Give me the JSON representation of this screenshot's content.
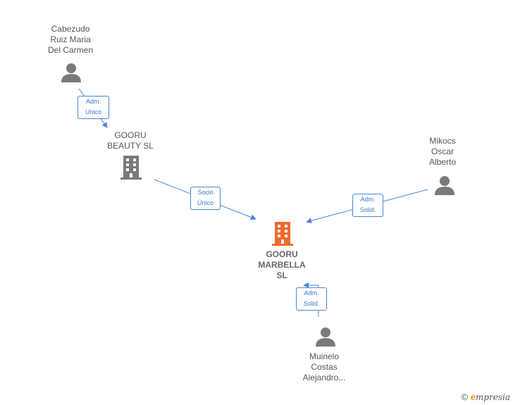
{
  "nodes": {
    "cabezudo": {
      "label": "Cabezudo\nRuiz Maria\nDel Carmen",
      "type": "person"
    },
    "gooru_beauty": {
      "label": "GOORU\nBEAUTY  SL",
      "type": "company"
    },
    "mikocs": {
      "label": "Mikocs\nOscar\nAlberto",
      "type": "person"
    },
    "gooru_marbella": {
      "label": "GOORU\nMARBELLA\nSL",
      "type": "company-main"
    },
    "muinelo": {
      "label": "Muinelo\nCostas\nAlejandro...",
      "type": "person"
    }
  },
  "edges": {
    "cabezudo_to_beauty": {
      "label": "Adm.\nUnico"
    },
    "beauty_to_marbella": {
      "label": "Socio\nÚnico"
    },
    "mikocs_to_marbella": {
      "label": "Adm.\nSolid."
    },
    "muinelo_to_marbella": {
      "label": "Adm.\nSolid."
    }
  },
  "footer": {
    "copyright": "©",
    "brand_initial": "e",
    "brand_rest": "mpresia"
  },
  "colors": {
    "edge": "#4a86d8",
    "person": "#7a7a7a",
    "company": "#7a7a7a",
    "main_company": "#f26a2e"
  }
}
